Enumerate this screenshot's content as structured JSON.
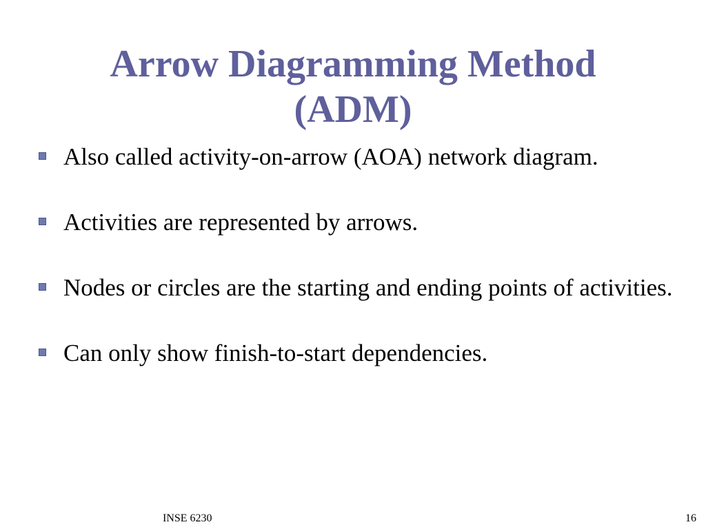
{
  "slide": {
    "title_lines": [
      "Arrow Diagramming Method",
      "(ADM)"
    ],
    "bullets": [
      "Also called activity-on-arrow (AOA) network diagram.",
      "Activities are represented by arrows.",
      "Nodes or circles are the starting and ending points of activities.",
      "Can only show finish-to-start dependencies."
    ],
    "footer": {
      "course": "INSE 6230",
      "page_number": "16"
    }
  },
  "colors": {
    "title": "#5f5f9c",
    "bullet_marker": "#6f7ab0",
    "text": "#000000",
    "background": "#ffffff"
  },
  "icons": {
    "bullet": "square-bullet-icon"
  }
}
